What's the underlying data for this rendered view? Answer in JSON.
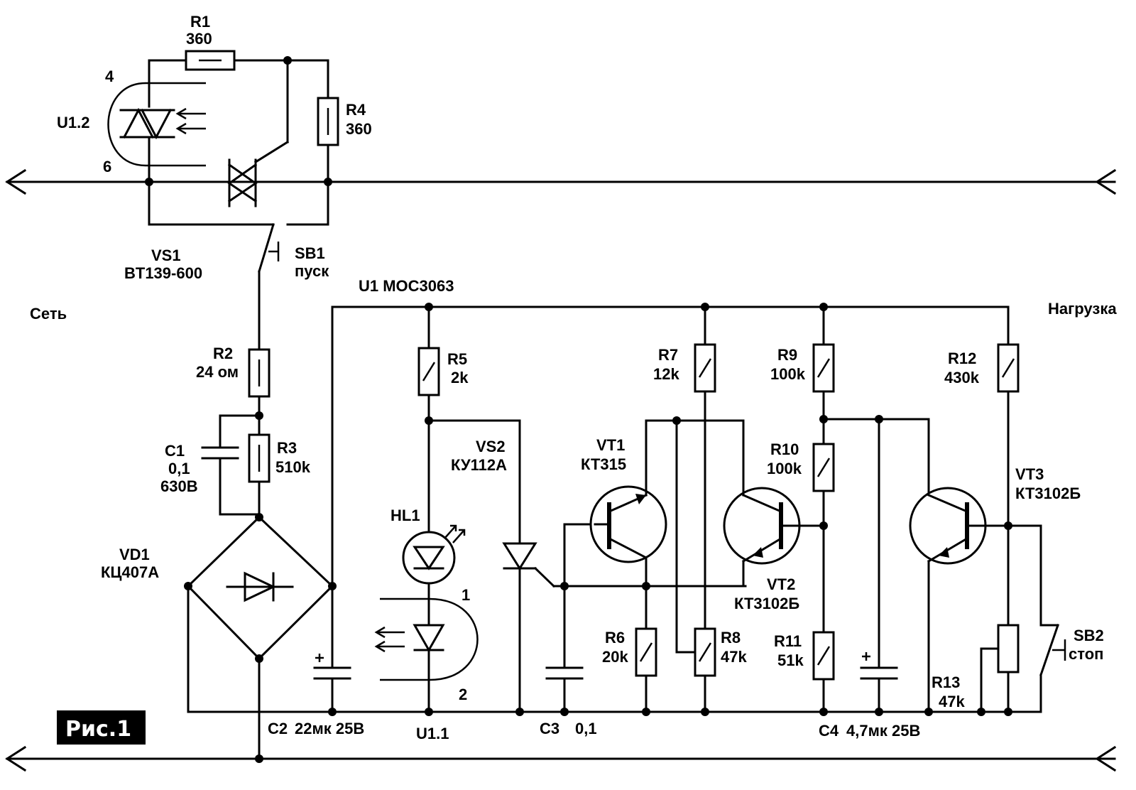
{
  "figure_label": "Рис.1",
  "labels": {
    "r1": "R1",
    "r1_val": "360",
    "r4": "R4",
    "r4_val": "360",
    "u12": "U1.2",
    "pin4": "4",
    "pin6": "6",
    "vs1": "VS1",
    "vs1_val": "BT139-600",
    "sb1": "SB1",
    "sb1_val": "пуск",
    "u1": "U1  MOC3063",
    "net": "Сеть",
    "load": "Нагрузка",
    "r2": "R2",
    "r2_val": "24 ом",
    "c1": "C1",
    "c1_val": "0,1",
    "c1_v": "630В",
    "r3": "R3",
    "r3_val": "510k",
    "vd1": "VD1",
    "vd1_val": "КЦ407А",
    "c2": "C2",
    "c2_val": "22мк  25В",
    "r5": "R5",
    "r5_val": "2k",
    "hl1": "HL1",
    "u11": "U1.1",
    "pin1": "1",
    "pin2": "2",
    "vs2": "VS2",
    "vs2_val": "КУ112А",
    "c3": "C3",
    "c3_val": "0,1",
    "vt1": "VT1",
    "vt1_val": "КТ315",
    "r6": "R6",
    "r6_val": "20k",
    "r7": "R7",
    "r7_val": "12k",
    "r8": "R8",
    "r8_val": "47k",
    "vt2": "VT2",
    "vt2_val": "КТ3102Б",
    "r9": "R9",
    "r9_val": "100k",
    "r10": "R10",
    "r10_val": "100k",
    "r11": "R11",
    "r11_val": "51k",
    "c4": "C4",
    "c4_val": "4,7мк  25В",
    "r12": "R12",
    "r12_val": "430k",
    "vt3": "VT3",
    "vt3_val": "КТ3102Б",
    "r13": "R13",
    "r13_val": "47k",
    "sb2": "SB2",
    "sb2_val": "стоп"
  }
}
